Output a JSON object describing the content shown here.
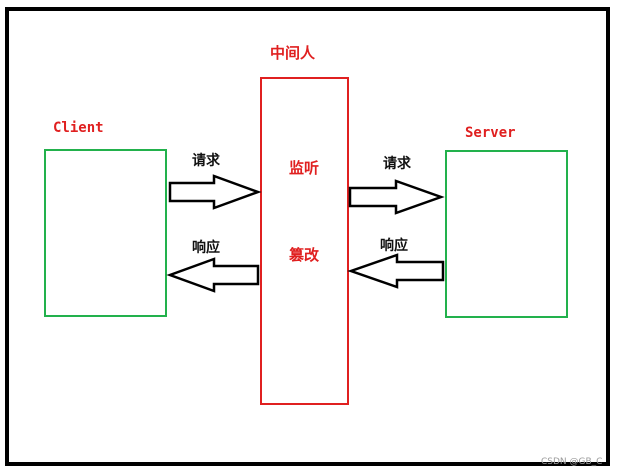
{
  "mitm": {
    "title": "中间人",
    "action_1": "监听",
    "action_2": "篡改"
  },
  "client": {
    "label": "Client"
  },
  "server": {
    "label": "Server"
  },
  "arrows": {
    "left_request": "请求",
    "left_response": "响应",
    "right_request": "请求",
    "right_response": "响应"
  },
  "watermark": "CSDN @GB_C",
  "colors": {
    "mitm": "#e02020",
    "endpoint": "#22b14c",
    "arrow": "#000000",
    "frame": "#000000"
  }
}
